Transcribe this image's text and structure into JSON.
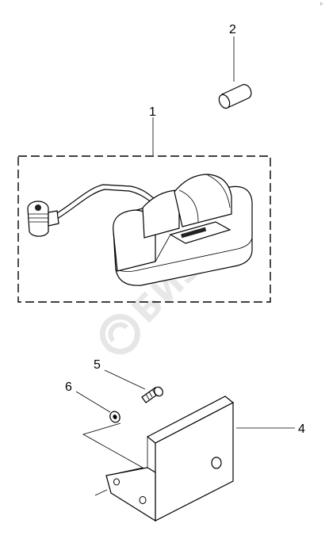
{
  "corner_mark": "p",
  "watermark": {
    "text": "БИЗОН",
    "color": "#d0d0d0"
  },
  "callouts": [
    {
      "id": "1",
      "text": "1"
    },
    {
      "id": "2",
      "text": "2"
    },
    {
      "id": "4",
      "text": "4"
    },
    {
      "id": "5",
      "text": "5"
    },
    {
      "id": "6",
      "text": "6"
    }
  ],
  "parts": [
    {
      "number": "1",
      "icon": "dashed-assembly-boundary"
    },
    {
      "number": "2",
      "icon": "cylinder-pin"
    },
    {
      "number": "4",
      "icon": "mounting-bracket"
    },
    {
      "number": "5",
      "icon": "bolt"
    },
    {
      "number": "6",
      "icon": "washer"
    }
  ]
}
